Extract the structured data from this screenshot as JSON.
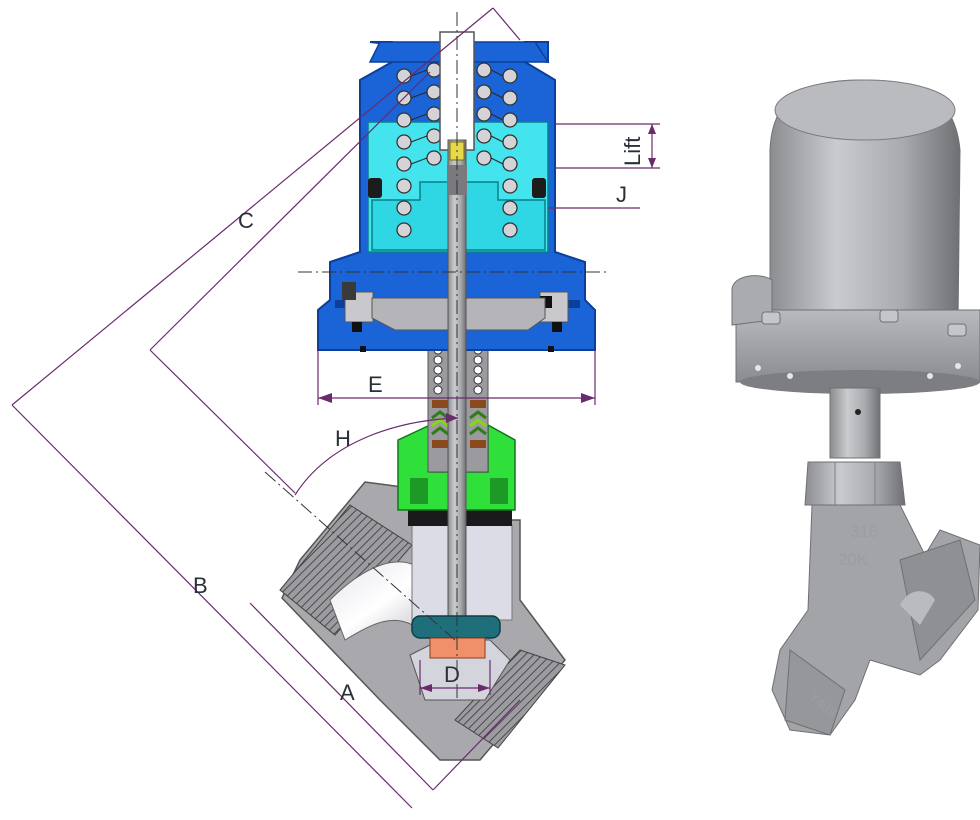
{
  "dimensions": {
    "A": "A",
    "B": "B",
    "C": "C",
    "D": "D",
    "E": "E",
    "H": "H",
    "J": "J",
    "lift": "Lift"
  },
  "photo": {
    "body_marking_material": "316",
    "body_marking_pressure": "20K",
    "body_marking_code": "Y403"
  },
  "colors": {
    "actuator_blue": "#1a64d8",
    "actuator_dark_blue": "#0b3f99",
    "piston_cyan": "#44e4ef",
    "bonnet_green": "#2fe03a",
    "stainless_grey": "#a9a9ad",
    "dimension_line": "#6a2a6e",
    "seal_teal": "#1e6f7a",
    "seat_orange": "#f0906a"
  }
}
